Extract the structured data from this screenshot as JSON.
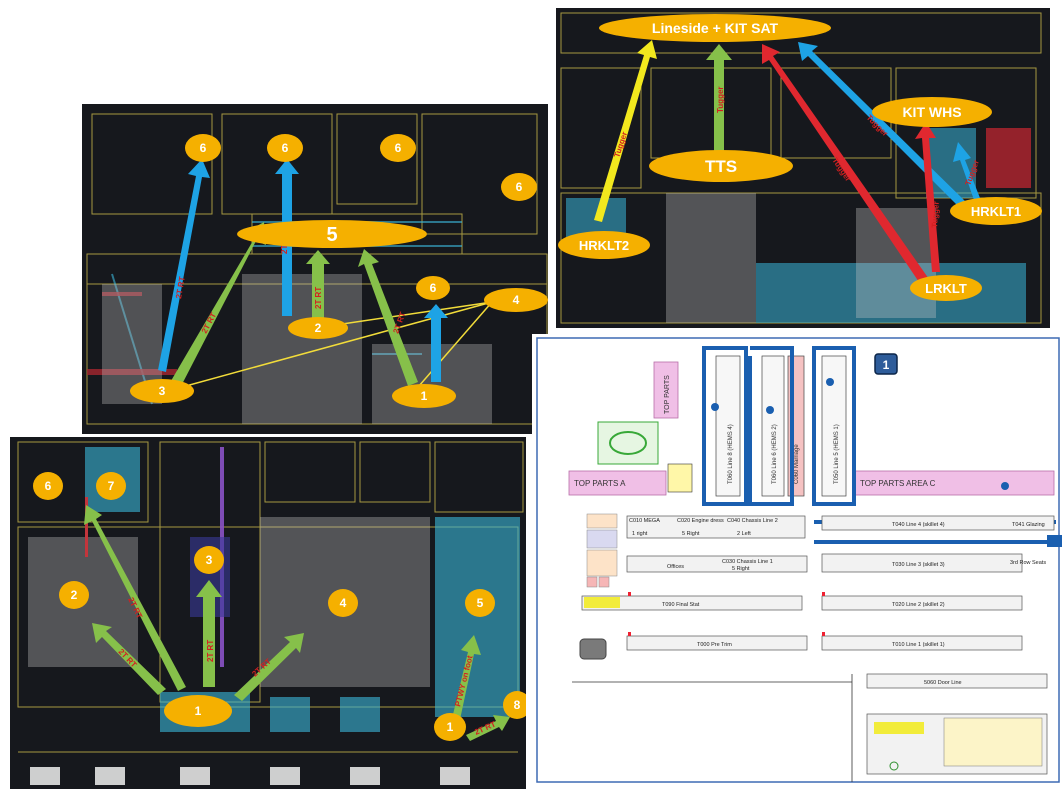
{
  "panels": {
    "top_left": {
      "center_label": "5",
      "nodes": [
        "6",
        "6",
        "6",
        "6",
        "6",
        "4",
        "2",
        "3",
        "1"
      ],
      "arrow_labels": [
        "2T RT",
        "2T RT",
        "2T RT",
        "2T RT",
        "2T RT"
      ]
    },
    "top_right": {
      "title": "Lineside + KIT SAT",
      "center_label": "TTS",
      "kit_whs": "KIT WHS",
      "hrklt1": "HRKLT1",
      "hrklt2": "HRKLT2",
      "lrklt": "LRKLT",
      "arrow_labels": [
        "Tugger",
        "Tugger",
        "Tugger",
        "Tugger",
        "Tugger",
        "Tugger"
      ]
    },
    "bottom_left": {
      "nodes": [
        "6",
        "7",
        "2",
        "3",
        "4",
        "5",
        "1",
        "1",
        "8"
      ],
      "arrow_labels": [
        "2T RT",
        "2T RT",
        "2T RT",
        "2T RT",
        "PTWY on foot",
        "2T RT"
      ]
    },
    "bottom_right": {
      "badge": "1",
      "top_parts": "TOP PARTS",
      "top_parts_a": "TOP PARTS A",
      "top_parts_area_c": "TOP PARTS AREA C",
      "lines": [
        "C010 MEGA",
        "C020 Engine dress",
        "C040 Chassis Line 2",
        "1 right",
        "5 Right",
        "2 Left",
        "T040 Line 4 (skillet 4)",
        "T041 Glazing",
        "C030 Chassis Line 1",
        "5 Right",
        "T030 Line 3 (skillet 3)",
        "3rd Row Seats",
        "T090 Final Stat",
        "T020 Line 2 (skillet 2)",
        "T000 Pre Trim",
        "T010 Line 1 (skillet 1)",
        "5060 Door Line",
        "Offices",
        "T060 Line 8 (HEMS 4)",
        "T060 Line 6 (HEMS 2)",
        "C060 Marriage",
        "T050 Line 5 (HEMS 1)"
      ]
    }
  }
}
